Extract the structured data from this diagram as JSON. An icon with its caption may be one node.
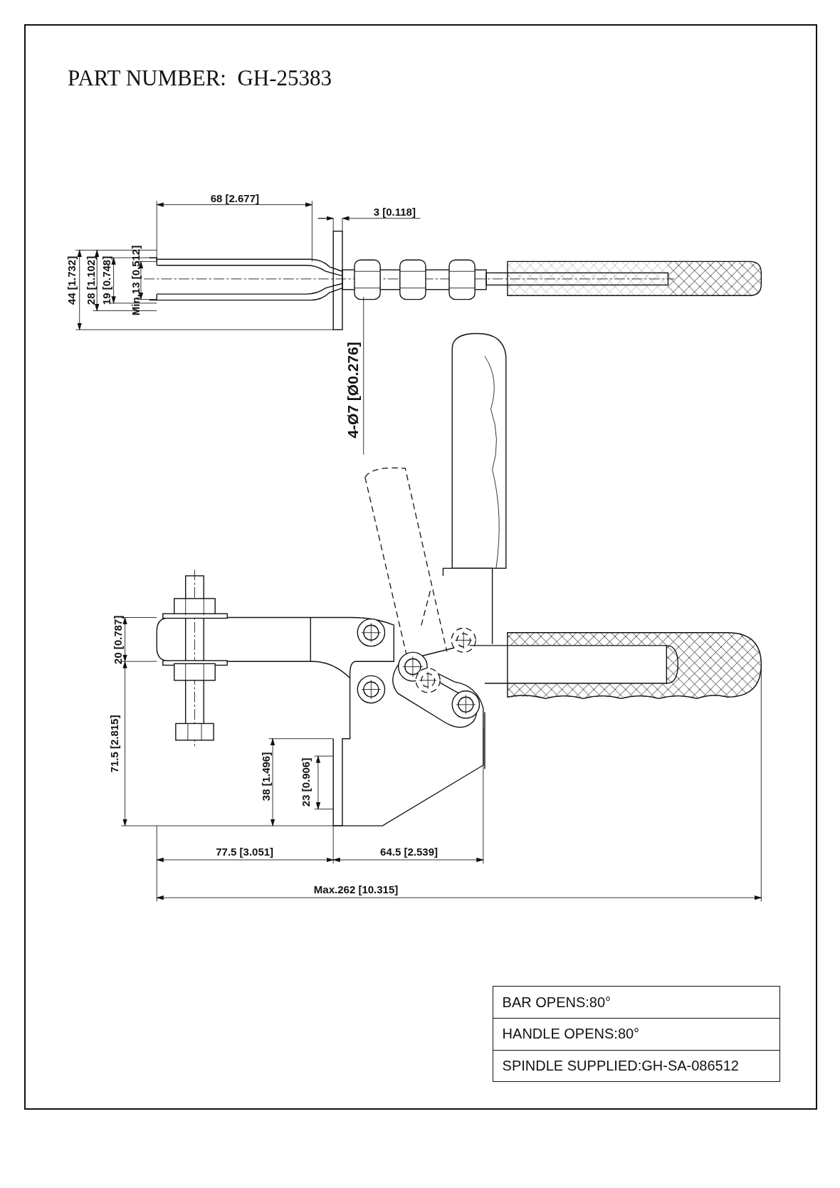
{
  "diagram": {
    "title": "PART NUMBER:  GH-25383",
    "labels": [
      "68 [2.677]",
      "3 [0.118]",
      "44 [1.732]",
      "28 [1.102]",
      "19 [0.748]",
      "Min.13 [0.512]",
      "4-Ø7 [Ø0.276]",
      "20 [0.787]",
      "71.5 [2.815]",
      "38 [1.496]",
      "23 [0.906]",
      "77.5 [3.051]",
      "64.5 [2.539]",
      "Max.262 [10.315]",
      "BAR OPENS:80°",
      "HANDLE OPENS:80°",
      "SPINDLE SUPPLIED:GH-SA-086512"
    ]
  }
}
